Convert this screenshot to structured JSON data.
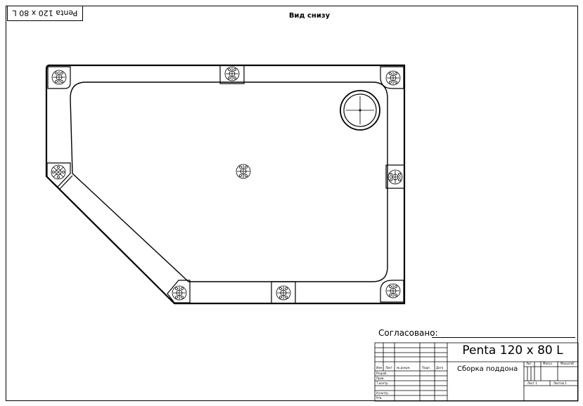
{
  "header": {
    "model_label": "Penta 120 x 80 L",
    "view_title": "Вид снизу"
  },
  "approval": {
    "label": "Согласовано:"
  },
  "title_block": {
    "title": "Penta 120 x 80 L",
    "description": "Сборка поддона",
    "columns": [
      "Изм",
      "Лист",
      "№ докум.",
      "Подп.",
      "Дата"
    ],
    "rows": [
      "Разраб.",
      "Пров.",
      "Т.контр.",
      "Н.контр.",
      "Утв."
    ],
    "lit_label": "Лит.",
    "mass_label": "Масса",
    "scale_label": "Масштаб",
    "sheet_label": "Лист 1",
    "sheets_label": "Листов 1"
  },
  "colors": {
    "line": "#000000",
    "background": "#ffffff"
  },
  "icons": [
    "screw-cluster-icon",
    "drain-icon"
  ]
}
